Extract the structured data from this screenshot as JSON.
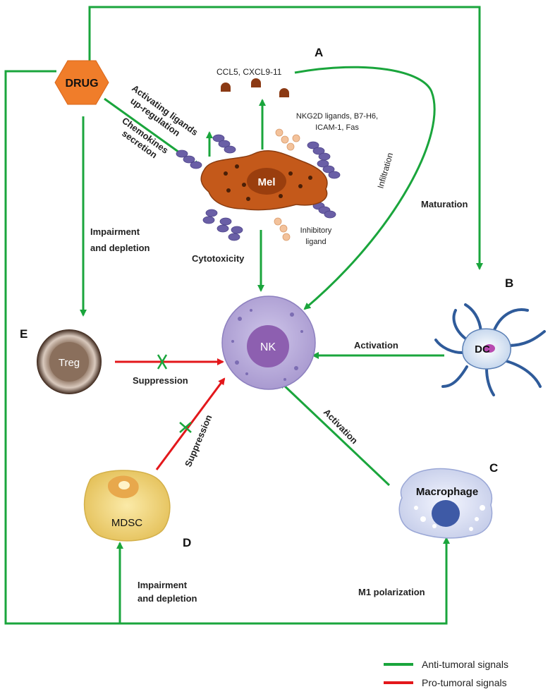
{
  "panels": {
    "a": "A",
    "b": "B",
    "c": "C",
    "d": "D",
    "e": "E"
  },
  "nodes": {
    "drug": "DRUG",
    "mel": "Mel",
    "nk": "NK",
    "dc": "DC",
    "treg": "Treg",
    "mdsc": "MDSC",
    "macrophage": "Macrophage"
  },
  "labels": {
    "chemokines": "CCL5, CXCL9-11",
    "nkg2d_1": "NKG2D ligands, B7-H6,",
    "nkg2d_2": "ICAM-1, Fas",
    "activating_1": "Activating ligands",
    "activating_2": "up-regulation",
    "chemo_sec_1": "Chemokines",
    "chemo_sec_2": "secretion",
    "infiltration": "Infiltration",
    "maturation": "Maturation",
    "inhibitory_1": "Inhibitory",
    "inhibitory_2": "ligand",
    "cytotoxicity": "Cytotoxicity",
    "impair_top_1": "Impairment",
    "impair_top_2": "and depletion",
    "activation_dc": "Activation",
    "suppression_treg": "Suppression",
    "suppression_mdsc": "Suppression",
    "activation_mac": "Activation",
    "impair_bottom_1": "Impairment",
    "impair_bottom_2": "and depletion",
    "m1": "M1 polarization"
  },
  "legend": {
    "anti": "Anti-tumoral signals",
    "pro": "Pro-tumoral signals"
  },
  "colors": {
    "anti": "#1aa53c",
    "pro": "#e3171b",
    "drug": "#f07d2a",
    "mel": "#c4591a",
    "nk": "#a99ad0"
  }
}
